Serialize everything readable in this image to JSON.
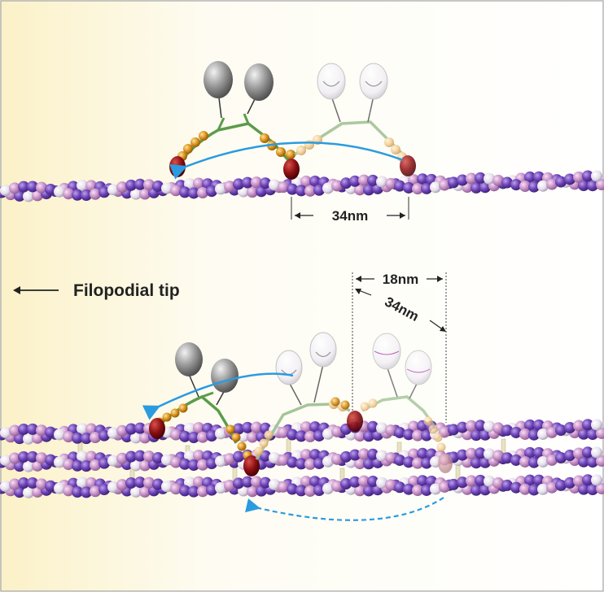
{
  "labels": {
    "direction": "Filopodial tip",
    "step_top": "34nm",
    "offset_bottom": "18nm",
    "step_bottom": "34nm"
  },
  "colors": {
    "actin_dark": "#6b40b5",
    "actin_light": "#c890c8",
    "actin_white": "#eeeaf2",
    "heavy_chain": "#5b9c4a",
    "light_chain": "#d9921c",
    "motor_domain": "#8a0e12",
    "head_grey": "#8f8f8f",
    "arrow_blue": "#2a9be0",
    "background_warm": "#fbf1c8"
  }
}
